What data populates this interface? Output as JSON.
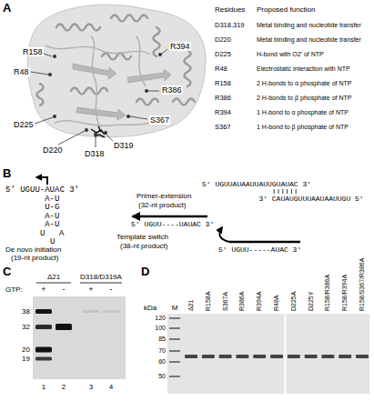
{
  "diagram": {
    "labels": [
      "A",
      "R158",
      "R394",
      "R48",
      "R386",
      "D225",
      "S367",
      "D220",
      "D318",
      "D319",
      "Residues",
      "Proposed function",
      "D318,319",
      "Metal binding and nucleotide transfer",
      "D220",
      "Metal binding and nucleotide transfer",
      "D225",
      "H-bond with O2' of NTP",
      "R48",
      "Electrostatic interaction with NTP",
      "R158",
      "2 H-bonds to α phosphate of NTP",
      "R386",
      "2 H-bonds to β phosphate of NTP",
      "R394",
      "1 H-bond to α phosphate of NTP",
      "S367",
      "1 H-bond to β phosphate of NTP",
      "B",
      "5' UGUU-AUAC 3'",
      "A-U",
      "U-G",
      "A-U",
      "A-U",
      "U",
      "A",
      "U",
      "De novo initiation",
      "(19-nt product)",
      "Primer-extension",
      "(32-nt product)",
      "5' UGUUAUAAUUAUUGUAUAC 3'",
      "3' CAUAUGUUUAAUAAUUGU 5'",
      "5' UGUU----UAUAC 3'",
      "Template switch",
      "(38-nt product)",
      "5' UGUU-----AUAC 3'",
      "C",
      "Δ21",
      "D318/D319A",
      "GTP:",
      "+",
      "-",
      "+",
      "-",
      "38",
      "32",
      "20",
      "19",
      "1",
      "2",
      "3",
      "4",
      "D",
      "kDa",
      "M",
      "Δ21",
      "R158A",
      "S367A",
      "R386A",
      "R394A",
      "R48A",
      "D225A",
      "D225Y",
      "R158/R386A",
      "R158/R394A",
      "R158/S367/R386A",
      "120",
      "100",
      "85",
      "70",
      "60",
      "50"
    ]
  }
}
